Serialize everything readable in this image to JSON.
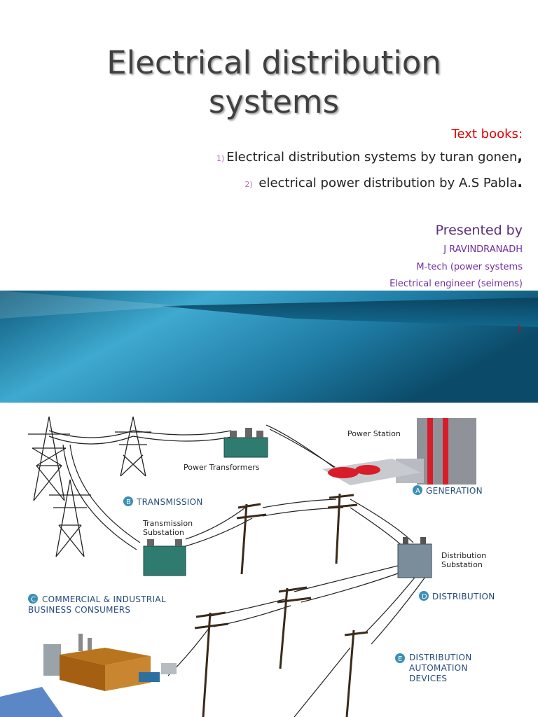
{
  "slide": {
    "title_line1": "Electrical distribution",
    "title_line2": "systems",
    "textbooks_heading": "Text books:",
    "books": [
      {
        "num": "1)",
        "text": "Electrical distribution systems by turan gonen",
        "punct": ","
      },
      {
        "num": "2)",
        "text": "electrical power distribution by A.S Pabla",
        "punct": "."
      }
    ],
    "presented_by": "Presented by",
    "presenter": {
      "name": "J RAVINDRANADH",
      "degree": "M-tech (power systems",
      "role": "Electrical engineer (seimens)"
    },
    "stray_paren": ")"
  },
  "diagram": {
    "labels": {
      "power_station": "Power Station",
      "power_transformers": "Power Transformers",
      "generation": "GENERATION",
      "generation_letter": "A",
      "transmission": "TRANSMISSION",
      "transmission_letter": "B",
      "transmission_substation_1": "Transmission",
      "transmission_substation_2": "Substation",
      "distribution_substation_1": "Distribution",
      "distribution_substation_2": "Substation",
      "commercial_1": "COMMERCIAL & INDUSTRIAL",
      "commercial_2": "BUSINESS CONSUMERS",
      "commercial_letter": "C",
      "distribution": "DISTRIBUTION",
      "distribution_letter": "D",
      "automation_1": "DISTRIBUTION",
      "automation_2": "AUTOMATION",
      "automation_3": "DEVICES",
      "automation_letter": "E"
    },
    "colors": {
      "badge": "#3a8fb5",
      "band_dark": "#0d4f6d",
      "band_light": "#3fa9cf",
      "turbine_red": "#d81c2a"
    }
  }
}
